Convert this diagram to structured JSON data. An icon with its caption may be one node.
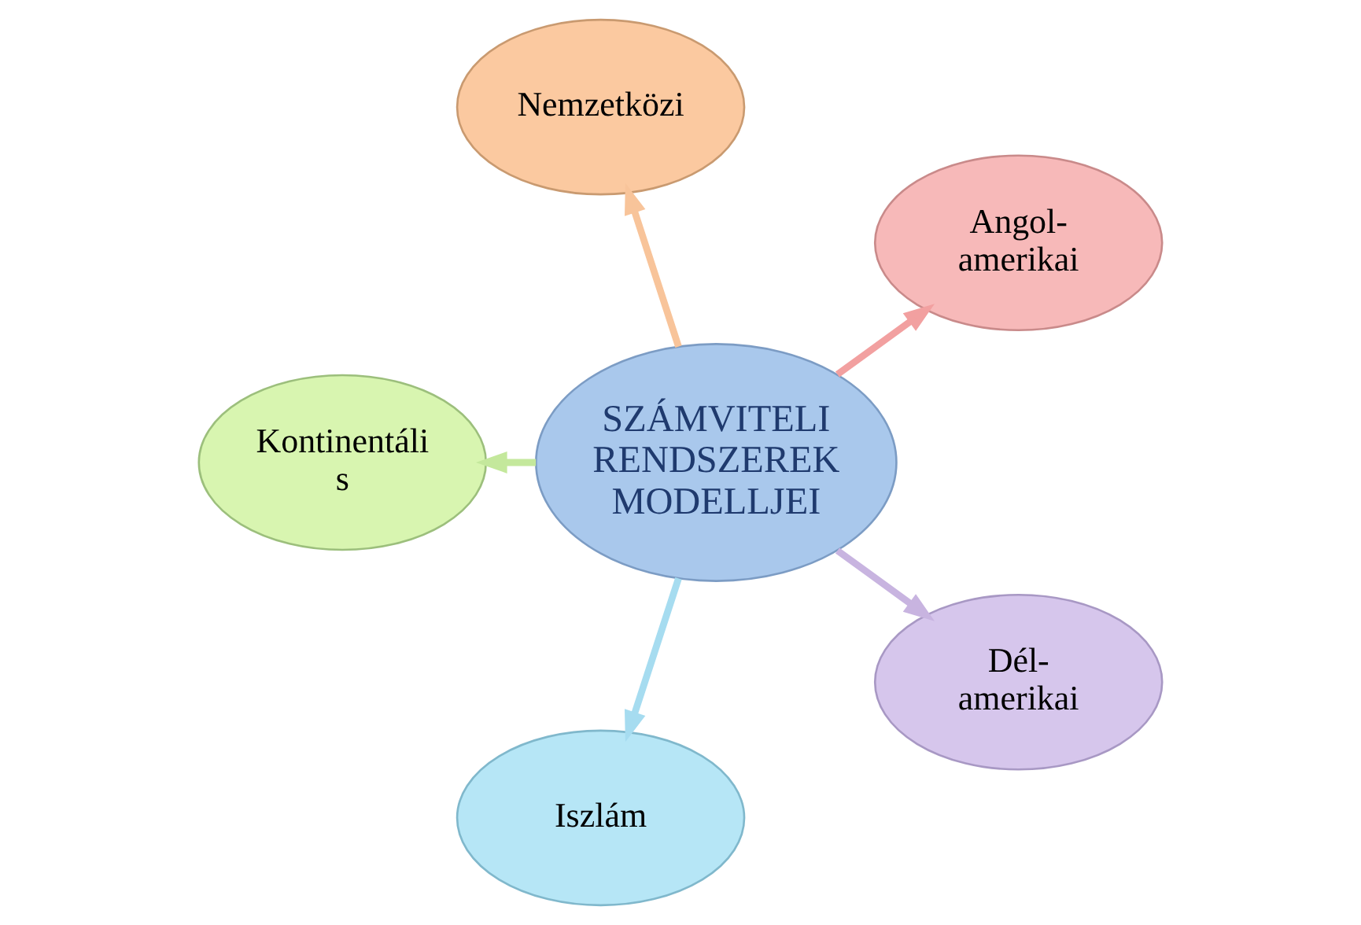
{
  "diagram": {
    "nodes": [
      {
        "text": [
          "Angol- amerikai"
        ]
      },
      {
        "text": [
          "Nemzetközi"
        ]
      },
      {
        "text": [
          "SZÁMVITELI RENDSZEREK MODELLJEI"
        ]
      },
      {
        "text": [
          "Kontinentáli s"
        ]
      },
      {
        "text": [
          "Iszlám"
        ]
      },
      {
        "text": [
          "Dél- amerikai"
        ]
      }
    ],
    "edges": [
      {
        "from": 2,
        "to": 0,
        "arrow": "to",
        "color": "#f2a0a0"
      },
      {
        "from": 2,
        "to": 3,
        "arrow": "to",
        "color": "#c4e89c"
      },
      {
        "from": 2,
        "to": 5,
        "arrow": "to",
        "color": "#c8b4e0"
      },
      {
        "from": 2,
        "to": 4,
        "arrow": "to",
        "color": "#a6dcf0"
      },
      {
        "from": 2,
        "to": 1,
        "arrow": "to",
        "color": "#f8c49a"
      }
    ]
  }
}
